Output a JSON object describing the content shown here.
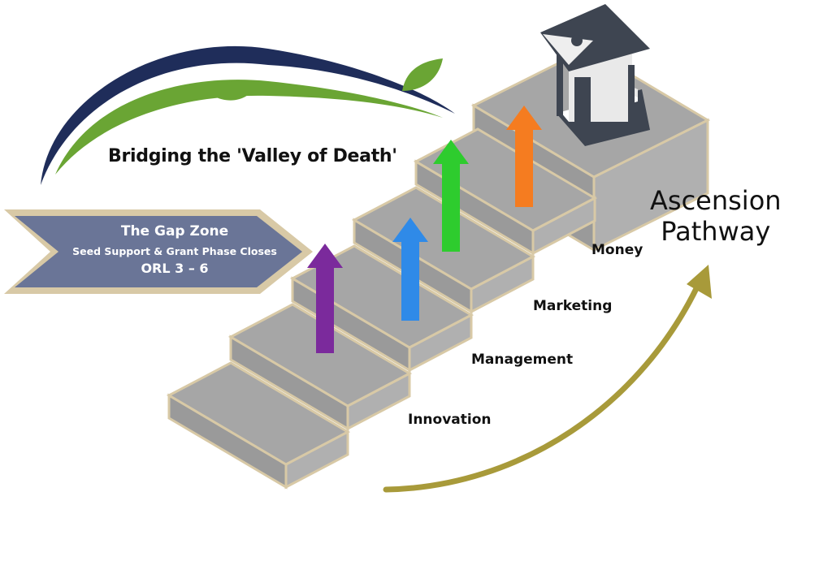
{
  "title": "Bridging the 'Valley of Death'",
  "gap_zone": {
    "heading": "The Gap Zone",
    "subheading": "Seed Support & Grant Phase Closes",
    "range": "ORL 3 – 6"
  },
  "pathway": {
    "line1": "Ascension",
    "line2": "Pathway"
  },
  "steps": [
    {
      "label": "Innovation",
      "arrow_color": "#7b2a9c"
    },
    {
      "label": "Management",
      "arrow_color": "#2f8ae8"
    },
    {
      "label": "Marketing",
      "arrow_color": "#2ecc2e"
    },
    {
      "label": "Money",
      "arrow_color": "#f57c20"
    }
  ],
  "colors": {
    "navy": "#1f2d5a",
    "green": "#6aa534",
    "gold": "#a89a3a",
    "gap_fill": "#6a7597",
    "gap_border": "#d8c9a6"
  }
}
